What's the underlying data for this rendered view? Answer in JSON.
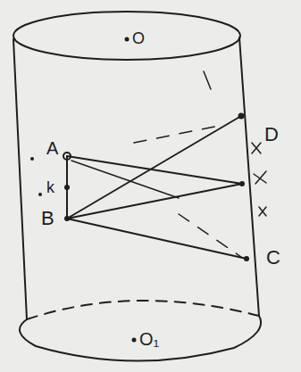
{
  "diagram": {
    "labels": [
      "O",
      "D",
      "A",
      "k",
      "B",
      "C",
      "O₁"
    ]
  }
}
